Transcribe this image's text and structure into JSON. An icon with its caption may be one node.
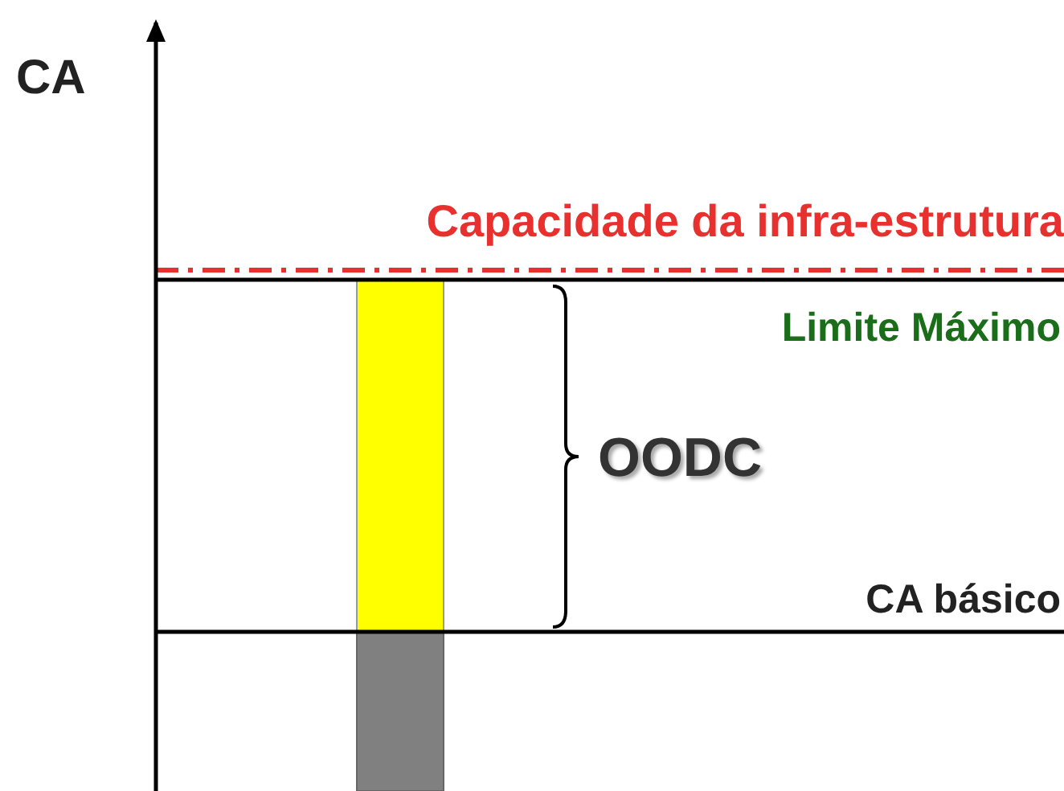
{
  "diagram": {
    "labels": [
      "CA",
      "Capacidade da infra-estrutura",
      "Limite Máximo",
      "OODC",
      "CA básico"
    ]
  }
}
